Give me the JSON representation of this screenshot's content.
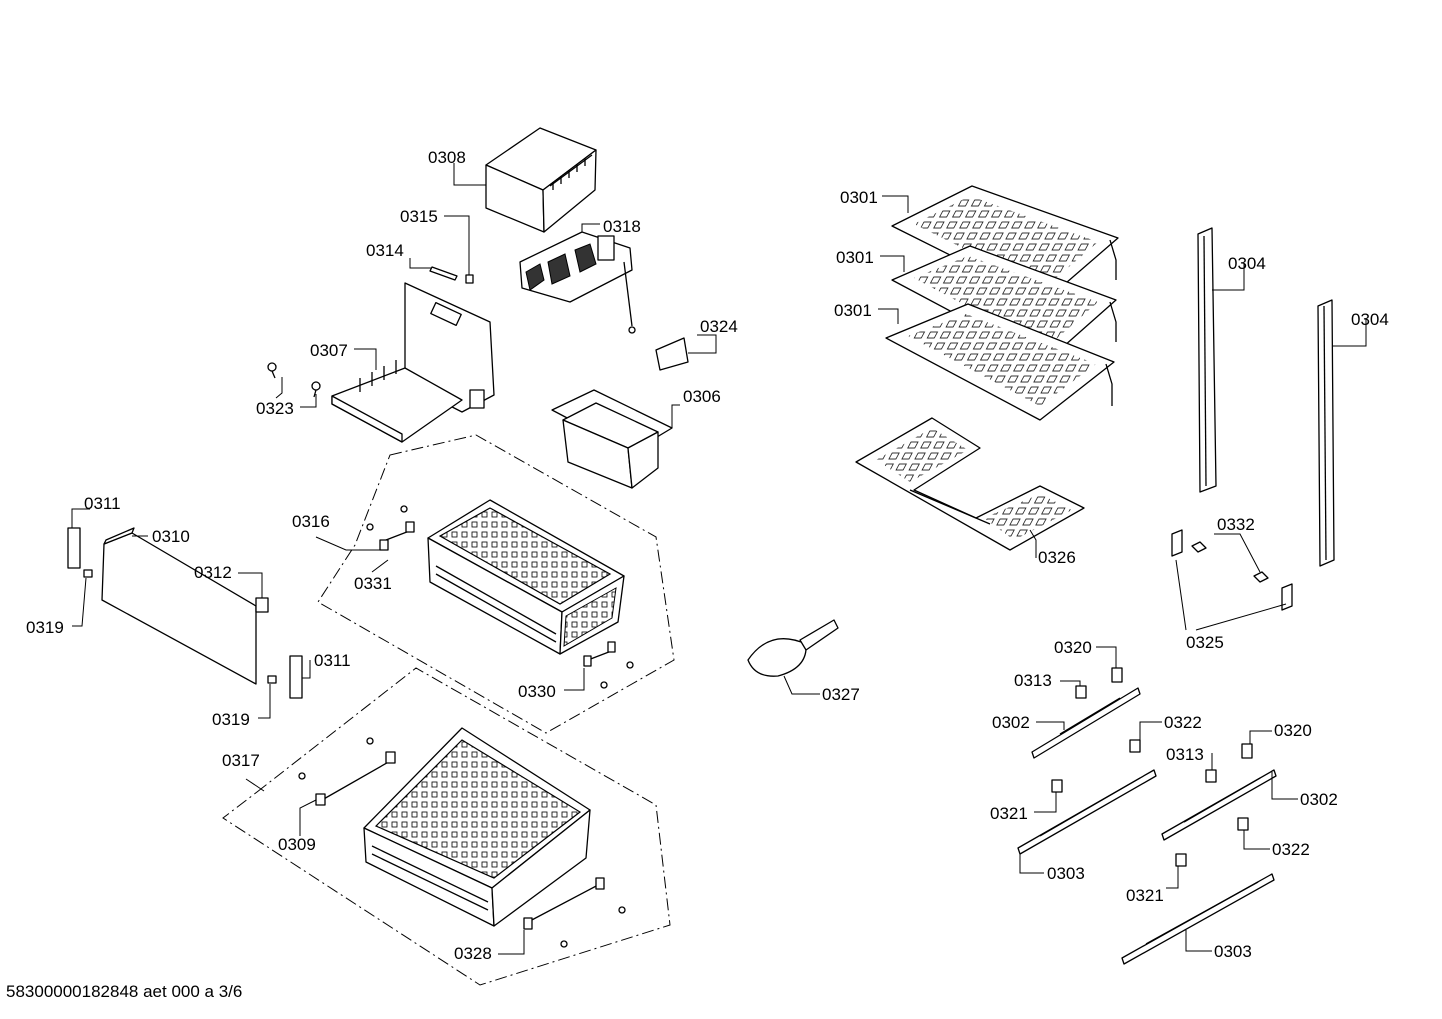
{
  "diagram": {
    "footer": "58300000182848 aet 000 a 3/6",
    "labels": {
      "p0301a": "0301",
      "p0301b": "0301",
      "p0301c": "0301",
      "p0302a": "0302",
      "p0302b": "0302",
      "p0303a": "0303",
      "p0303b": "0303",
      "p0304a": "0304",
      "p0304b": "0304",
      "p0306": "0306",
      "p0307": "0307",
      "p0308": "0308",
      "p0309": "0309",
      "p0310": "0310",
      "p0311a": "0311",
      "p0311b": "0311",
      "p0312": "0312",
      "p0313a": "0313",
      "p0313b": "0313",
      "p0314": "0314",
      "p0315": "0315",
      "p0316": "0316",
      "p0317": "0317",
      "p0318": "0318",
      "p0319a": "0319",
      "p0319b": "0319",
      "p0320a": "0320",
      "p0320b": "0320",
      "p0321a": "0321",
      "p0321b": "0321",
      "p0322a": "0322",
      "p0322b": "0322",
      "p0323": "0323",
      "p0324": "0324",
      "p0325": "0325",
      "p0326": "0326",
      "p0327": "0327",
      "p0328": "0328",
      "p0330": "0330",
      "p0331": "0331",
      "p0332": "0332"
    }
  }
}
